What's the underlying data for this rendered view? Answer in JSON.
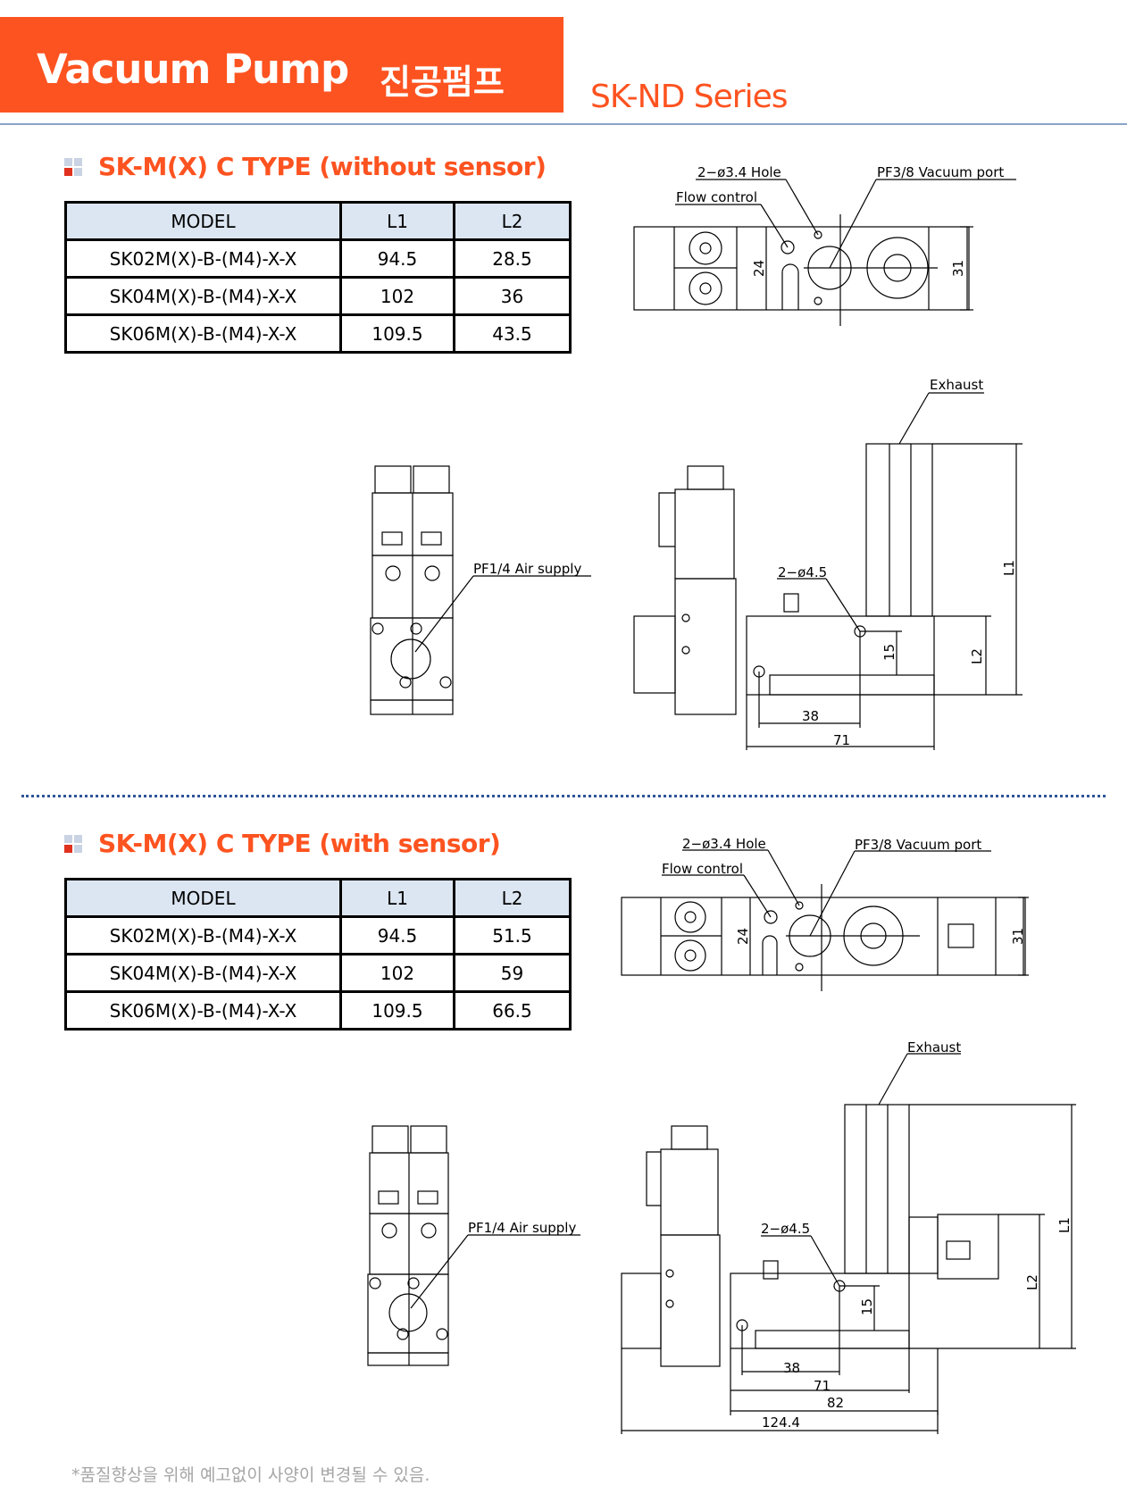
{
  "header": {
    "title": "Vacuum Pump",
    "title_ko": "진공펌프",
    "series": "SK-ND Series"
  },
  "colors": {
    "accent": "#fd5320",
    "table_header": "#dce6f2",
    "rule": "#8aa4c8"
  },
  "sections": [
    {
      "heading": "SK-M(X) C TYPE (without sensor)",
      "table": {
        "headers": [
          "MODEL",
          "L1",
          "L2"
        ],
        "rows": [
          [
            "SK02M(X)-B-(M4)-X-X",
            "94.5",
            "28.5"
          ],
          [
            "SK04M(X)-B-(M4)-X-X",
            "102",
            "36"
          ],
          [
            "SK06M(X)-B-(M4)-X-X",
            "109.5",
            "43.5"
          ]
        ]
      },
      "drawing": {
        "hole": "2−ø3.4 Hole",
        "vacuum_port": "PF3/8 Vacuum port",
        "flow_control": "Flow control",
        "dim_24": "24",
        "dim_31": "31",
        "air_supply": "PF1/4 Air supply",
        "exhaust": "Exhaust",
        "mount_hole": "2−ø4.5",
        "dim_15": "15",
        "l1": "L1",
        "l2": "L2",
        "dim_38": "38",
        "dim_71": "71"
      }
    },
    {
      "heading": "SK-M(X) C TYPE (with sensor)",
      "table": {
        "headers": [
          "MODEL",
          "L1",
          "L2"
        ],
        "rows": [
          [
            "SK02M(X)-B-(M4)-X-X",
            "94.5",
            "51.5"
          ],
          [
            "SK04M(X)-B-(M4)-X-X",
            "102",
            "59"
          ],
          [
            "SK06M(X)-B-(M4)-X-X",
            "109.5",
            "66.5"
          ]
        ]
      },
      "drawing": {
        "hole": "2−ø3.4 Hole",
        "vacuum_port": "PF3/8 Vacuum port",
        "flow_control": "Flow control",
        "dim_24": "24",
        "dim_31": "31",
        "air_supply": "PF1/4 Air supply",
        "exhaust": "Exhaust",
        "mount_hole": "2−ø4.5",
        "dim_15": "15",
        "l1": "L1",
        "l2": "L2",
        "dim_38": "38",
        "dim_71": "71",
        "dim_82": "82",
        "dim_124": "124.4"
      }
    }
  ],
  "footer": "*품질향상을 위해 예고없이 사양이 변경될 수 있음."
}
